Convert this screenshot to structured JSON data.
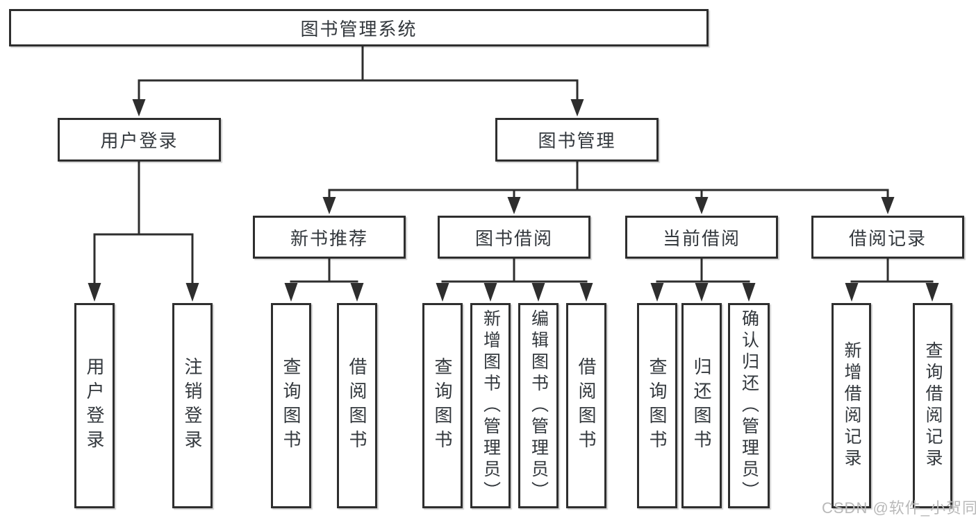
{
  "diagram": {
    "root": {
      "label": "图书管理系统"
    },
    "level2": [
      {
        "id": "user-login",
        "label": "用户登录"
      },
      {
        "id": "book-management",
        "label": "图书管理"
      }
    ],
    "level3": [
      {
        "id": "new-book-recommend",
        "label": "新书推荐"
      },
      {
        "id": "book-borrow",
        "label": "图书借阅"
      },
      {
        "id": "current-borrow",
        "label": "当前借阅"
      },
      {
        "id": "borrow-records",
        "label": "借阅记录"
      }
    ],
    "leaves": {
      "user_login": [
        "用户登录",
        "注销登录"
      ],
      "new_book_recommend": [
        "查询图书",
        "借阅图书"
      ],
      "book_borrow": [
        "查询图书",
        "新增图书（管理员）",
        "编辑图书（管理员）",
        "借阅图书"
      ],
      "current_borrow": [
        "查询图书",
        "归还图书",
        "确认归还（管理员）"
      ],
      "borrow_records": [
        "新增借阅记录",
        "查询借阅记录"
      ]
    }
  },
  "watermark": "CSDN @软件_小贺同学",
  "colors": {
    "line": "#2e2e2e",
    "text": "#33383d",
    "watermark": "#b9b9b9",
    "background": "#ffffff"
  }
}
